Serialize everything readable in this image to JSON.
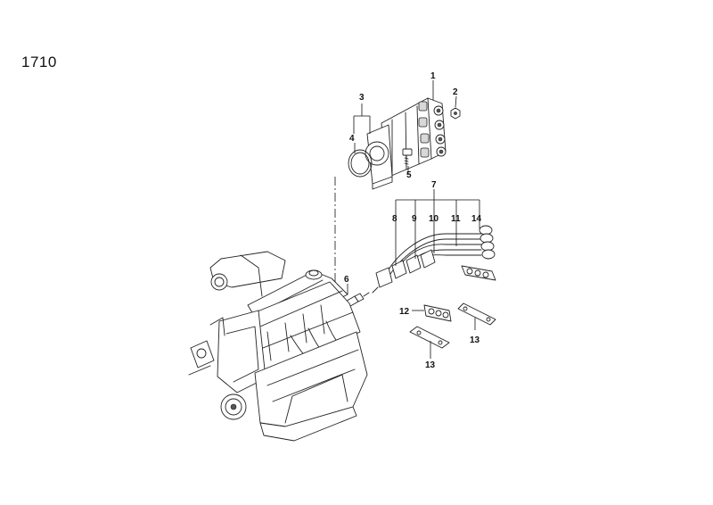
{
  "diagram": {
    "page_number": "1710",
    "callouts": [
      {
        "id": "c1",
        "label": "1"
      },
      {
        "id": "c2",
        "label": "2"
      },
      {
        "id": "c3",
        "label": "3"
      },
      {
        "id": "c4",
        "label": "4"
      },
      {
        "id": "c5",
        "label": "5"
      },
      {
        "id": "c6",
        "label": "6"
      },
      {
        "id": "c7",
        "label": "7"
      },
      {
        "id": "c8",
        "label": "8"
      },
      {
        "id": "c9",
        "label": "9"
      },
      {
        "id": "c10",
        "label": "10"
      },
      {
        "id": "c11",
        "label": "11"
      },
      {
        "id": "c14",
        "label": "14"
      },
      {
        "id": "c12",
        "label": "12"
      },
      {
        "id": "c13a",
        "label": "13"
      },
      {
        "id": "c13b",
        "label": "13"
      }
    ]
  }
}
